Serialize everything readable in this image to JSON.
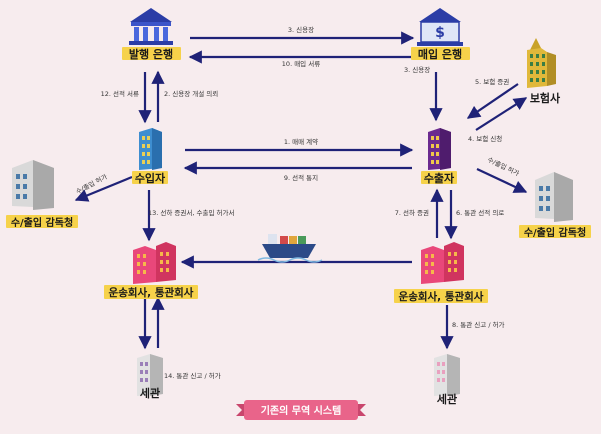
{
  "nodes": {
    "issuing_bank": "발행 은행",
    "purchasing_bank": "매입 은행",
    "insurer": "보험사",
    "importer": "수입자",
    "exporter": "수출자",
    "agency_left": "수/출입 감독청",
    "agency_right": "수/출입 감독청",
    "forwarder_left": "운송회사, 통관회사",
    "forwarder_right": "운송회사, 통관회사",
    "customs_left": "세관",
    "customs_right": "세관"
  },
  "arrows": {
    "a1": "1. 매매 계약",
    "a2": "2. 신용장 개설 의뢰",
    "a3": "3. 신용장",
    "a3b": "3. 신용장",
    "a4": "4. 보험 신청",
    "a5": "5. 보험 증권",
    "a6": "6. 통관 선적 의로",
    "a7": "7. 선하 증권",
    "a8": "8. 통관 신고 / 허가",
    "a9": "9. 선적 통지",
    "a10": "10. 매입 서류",
    "a12": "12. 선적 서류",
    "a13": "13. 선하 증권서, 수출입 허가서",
    "a14": "14. 통관 신고 / 허가",
    "perm_left": "수/출입 허가",
    "perm_right": "수/출입 허가"
  },
  "banner": {
    "title": "기존의 무역 시스템"
  },
  "colors": {
    "arrow": "#1f2277",
    "background": "#f7ecee",
    "banner": "#e9648a",
    "highlight": "#f6d24a"
  }
}
